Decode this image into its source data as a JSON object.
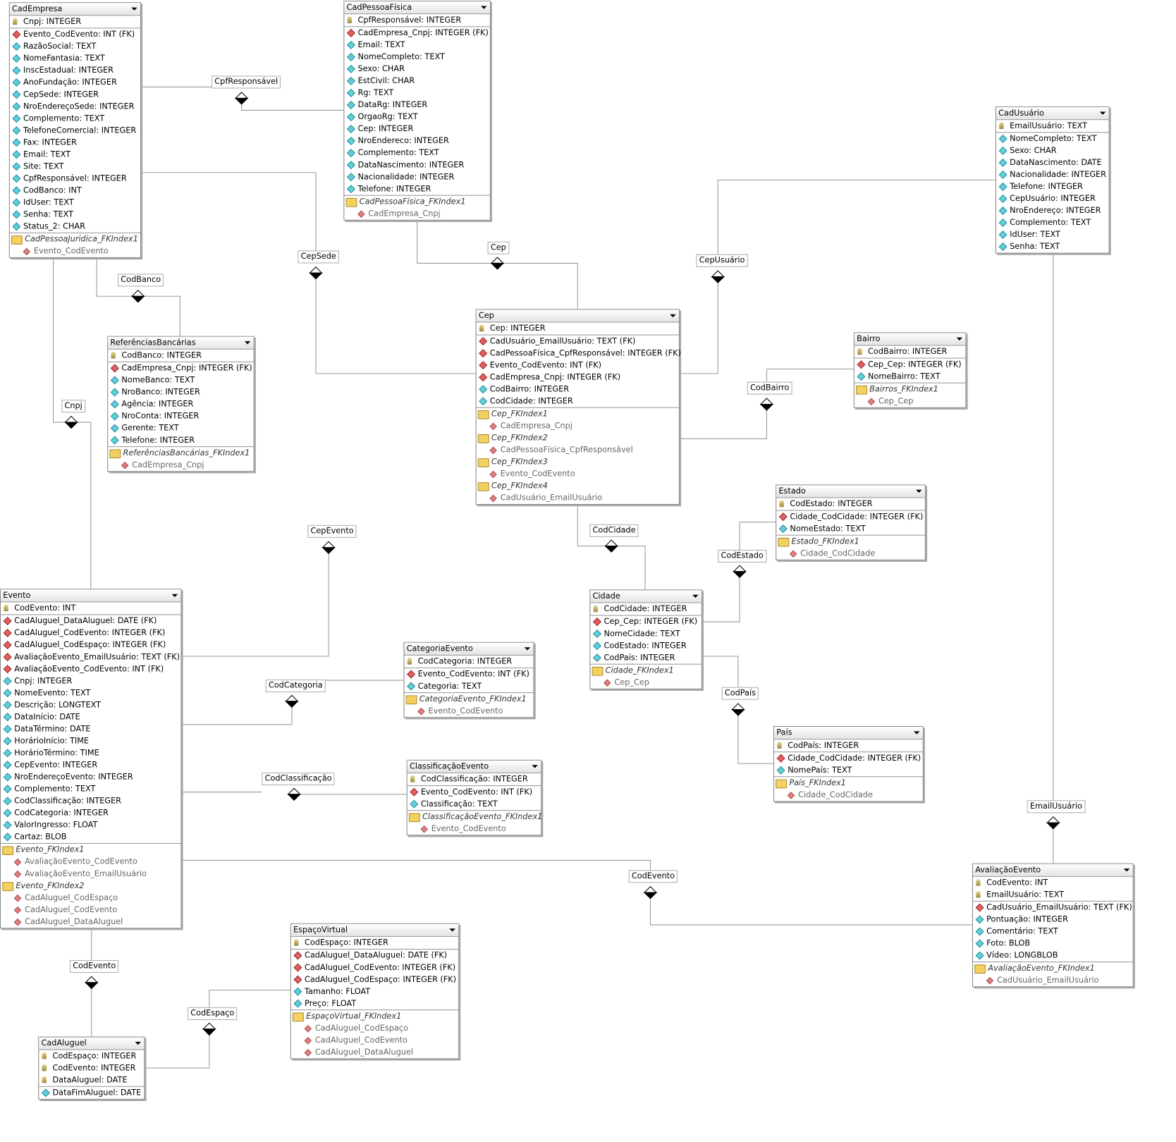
{
  "tables": [
    {
      "name": "CadEmpresa",
      "rows": [
        [
          "k",
          "Cnpj: INTEGER"
        ],
        [
          "f",
          "Evento_CodEvento: INT (FK)"
        ],
        [
          "a",
          "RazãoSocial: TEXT"
        ],
        [
          "a",
          "NomeFantasia: TEXT"
        ],
        [
          "a",
          "InscEstadual: INTEGER"
        ],
        [
          "a",
          "AnoFundação: INTEGER"
        ],
        [
          "a",
          "CepSede: INTEGER"
        ],
        [
          "a",
          "NroEndereçoSede: INTEGER"
        ],
        [
          "a",
          "Complemento: TEXT"
        ],
        [
          "a",
          "TelefoneComercial: INTEGER"
        ],
        [
          "a",
          "Fax: INTEGER"
        ],
        [
          "a",
          "Email: TEXT"
        ],
        [
          "a",
          "Site: TEXT"
        ],
        [
          "a",
          "CpfResponsável: INTEGER"
        ],
        [
          "a",
          "CodBanco: INT"
        ],
        [
          "a",
          "IdUser: TEXT"
        ],
        [
          "a",
          "Senha: TEXT"
        ],
        [
          "a",
          "Status_2: CHAR"
        ],
        [
          "i",
          "CadPessoaJuridica_FKIndex1"
        ],
        [
          "c",
          "Evento_CodEvento"
        ]
      ]
    },
    {
      "name": "CadPessoaFísica",
      "rows": [
        [
          "k",
          "CpfResponsável: INTEGER"
        ],
        [
          "f",
          "CadEmpresa_Cnpj: INTEGER (FK)"
        ],
        [
          "a",
          "Email: TEXT"
        ],
        [
          "a",
          "NomeCompleto: TEXT"
        ],
        [
          "a",
          "Sexo: CHAR"
        ],
        [
          "a",
          "EstCivil: CHAR"
        ],
        [
          "a",
          "Rg: TEXT"
        ],
        [
          "a",
          "DataRg: INTEGER"
        ],
        [
          "a",
          "OrgaoRg: TEXT"
        ],
        [
          "a",
          "Cep: INTEGER"
        ],
        [
          "a",
          "NroEndereco: INTEGER"
        ],
        [
          "a",
          "Complemento: TEXT"
        ],
        [
          "a",
          "DataNascimento: INTEGER"
        ],
        [
          "a",
          "Nacionalidade: INTEGER"
        ],
        [
          "a",
          "Telefone: INTEGER"
        ],
        [
          "i",
          "CadPessoaFísica_FKIndex1"
        ],
        [
          "c",
          "CadEmpresa_Cnpj"
        ]
      ]
    },
    {
      "name": "CadUsuário",
      "rows": [
        [
          "k",
          "EmailUsuário: TEXT"
        ],
        [
          "a",
          "NomeCompleto: TEXT"
        ],
        [
          "a",
          "Sexo: CHAR"
        ],
        [
          "a",
          "DataNascimento: DATE"
        ],
        [
          "a",
          "Nacionalidade: INTEGER"
        ],
        [
          "a",
          "Telefone: INTEGER"
        ],
        [
          "a",
          "CepUsuário: INTEGER"
        ],
        [
          "a",
          "NroEndereço: INTEGER"
        ],
        [
          "a",
          "Complemento: TEXT"
        ],
        [
          "a",
          "IdUser: TEXT"
        ],
        [
          "a",
          "Senha: TEXT"
        ]
      ]
    },
    {
      "name": "Cep",
      "rows": [
        [
          "k",
          "Cep: INTEGER"
        ],
        [
          "f",
          "CadUsuário_EmailUsuário: TEXT (FK)"
        ],
        [
          "f",
          "CadPessoaFísica_CpfResponsável: INTEGER (FK)"
        ],
        [
          "f",
          "Evento_CodEvento: INT (FK)"
        ],
        [
          "f",
          "CadEmpresa_Cnpj: INTEGER (FK)"
        ],
        [
          "a",
          "CodBairro: INTEGER"
        ],
        [
          "a",
          "CodCidade: INTEGER"
        ],
        [
          "i",
          "Cep_FKIndex1"
        ],
        [
          "c",
          "CadEmpresa_Cnpj"
        ],
        [
          "i",
          "Cep_FKIndex2"
        ],
        [
          "c",
          "CadPessoaFísica_CpfResponsável"
        ],
        [
          "i",
          "Cep_FKIndex3"
        ],
        [
          "c",
          "Evento_CodEvento"
        ],
        [
          "i",
          "Cep_FKIndex4"
        ],
        [
          "c",
          "CadUsuário_EmailUsuário"
        ]
      ]
    },
    {
      "name": "Bairro",
      "rows": [
        [
          "k",
          "CodBairro: INTEGER"
        ],
        [
          "f",
          "Cep_Cep: INTEGER (FK)"
        ],
        [
          "a",
          "NomeBairro: TEXT"
        ],
        [
          "i",
          "Bairros_FKIndex1"
        ],
        [
          "c",
          "Cep_Cep"
        ]
      ]
    },
    {
      "name": "ReferênciasBancárias",
      "rows": [
        [
          "k",
          "CodBanco: INTEGER"
        ],
        [
          "f",
          "CadEmpresa_Cnpj: INTEGER (FK)"
        ],
        [
          "a",
          "NomeBanco: TEXT"
        ],
        [
          "a",
          "NroBanco: INTEGER"
        ],
        [
          "a",
          "Agência: INTEGER"
        ],
        [
          "a",
          "NroConta: INTEGER"
        ],
        [
          "a",
          "Gerente: TEXT"
        ],
        [
          "a",
          "Telefone: INTEGER"
        ],
        [
          "i",
          "ReferênciasBancárias_FKIndex1"
        ],
        [
          "c",
          "CadEmpresa_Cnpj"
        ]
      ]
    },
    {
      "name": "Estado",
      "rows": [
        [
          "k",
          "CodEstado: INTEGER"
        ],
        [
          "f",
          "Cidade_CodCidade: INTEGER (FK)"
        ],
        [
          "a",
          "NomeEstado: TEXT"
        ],
        [
          "i",
          "Estado_FKIndex1"
        ],
        [
          "c",
          "Cidade_CodCidade"
        ]
      ]
    },
    {
      "name": "Evento",
      "rows": [
        [
          "k",
          "CodEvento: INT"
        ],
        [
          "f",
          "CadAluguel_DataAluguel: DATE (FK)"
        ],
        [
          "f",
          "CadAluguel_CodEvento: INTEGER (FK)"
        ],
        [
          "f",
          "CadAluguel_CodEspaço: INTEGER (FK)"
        ],
        [
          "f",
          "AvaliaçãoEvento_EmailUsuário: TEXT (FK)"
        ],
        [
          "f",
          "AvaliaçãoEvento_CodEvento: INT (FK)"
        ],
        [
          "a",
          "Cnpj: INTEGER"
        ],
        [
          "a",
          "NomeEvento: TEXT"
        ],
        [
          "a",
          "Descrição: LONGTEXT"
        ],
        [
          "a",
          "DataInício: DATE"
        ],
        [
          "a",
          "DataTérmino: DATE"
        ],
        [
          "a",
          "HorárioInício: TIME"
        ],
        [
          "a",
          "HorárioTérmino: TIME"
        ],
        [
          "a",
          "CepEvento: INTEGER"
        ],
        [
          "a",
          "NroEndereçoEvento: INTEGER"
        ],
        [
          "a",
          "Complemento: TEXT"
        ],
        [
          "a",
          "CodClassificação: INTEGER"
        ],
        [
          "a",
          "CodCategoria: INTEGER"
        ],
        [
          "a",
          "ValorIngresso: FLOAT"
        ],
        [
          "a",
          "Cartaz: BLOB"
        ],
        [
          "i",
          "Evento_FKIndex1"
        ],
        [
          "c",
          "AvaliaçãoEvento_CodEvento"
        ],
        [
          "c",
          "AvaliaçãoEvento_EmailUsuário"
        ],
        [
          "i",
          "Evento_FKIndex2"
        ],
        [
          "c",
          "CadAluguel_CodEspaço"
        ],
        [
          "c",
          "CadAluguel_CodEvento"
        ],
        [
          "c",
          "CadAluguel_DataAluguel"
        ]
      ]
    },
    {
      "name": "Cidade",
      "rows": [
        [
          "k",
          "CodCidade: INTEGER"
        ],
        [
          "f",
          "Cep_Cep: INTEGER (FK)"
        ],
        [
          "a",
          "NomeCidade: TEXT"
        ],
        [
          "a",
          "CodEstado: INTEGER"
        ],
        [
          "a",
          "CodPaís: INTEGER"
        ],
        [
          "i",
          "Cidade_FKIndex1"
        ],
        [
          "c",
          "Cep_Cep"
        ]
      ]
    },
    {
      "name": "CategoriaEvento",
      "rows": [
        [
          "k",
          "CodCategoria: INTEGER"
        ],
        [
          "f",
          "Evento_CodEvento: INT (FK)"
        ],
        [
          "a",
          "Categoria: TEXT"
        ],
        [
          "i",
          "CategoriaEvento_FKIndex1"
        ],
        [
          "c",
          "Evento_CodEvento"
        ]
      ]
    },
    {
      "name": "País",
      "rows": [
        [
          "k",
          "CodPaís: INTEGER"
        ],
        [
          "f",
          "Cidade_CodCidade: INTEGER (FK)"
        ],
        [
          "a",
          "NomePaís: TEXT"
        ],
        [
          "i",
          "País_FKIndex1"
        ],
        [
          "c",
          "Cidade_CodCidade"
        ]
      ]
    },
    {
      "name": "ClassificaçãoEvento",
      "rows": [
        [
          "k",
          "CodClassificação: INTEGER"
        ],
        [
          "f",
          "Evento_CodEvento: INT (FK)"
        ],
        [
          "a",
          "Classificação: TEXT"
        ],
        [
          "i",
          "ClassificaçãoEvento_FKIndex1"
        ],
        [
          "c",
          "Evento_CodEvento"
        ]
      ]
    },
    {
      "name": "AvaliaçãoEvento",
      "rows": [
        [
          "k",
          "CodEvento: INT"
        ],
        [
          "k",
          "EmailUsuário: TEXT"
        ],
        [
          "f",
          "CadUsuário_EmailUsuário: TEXT (FK)"
        ],
        [
          "a",
          "Pontuação: INTEGER"
        ],
        [
          "a",
          "Comentário: TEXT"
        ],
        [
          "a",
          "Foto: BLOB"
        ],
        [
          "a",
          "Vídeo: LONGBLOB"
        ],
        [
          "i",
          "AvaliaçãoEvento_FKIndex1"
        ],
        [
          "c",
          "CadUsuário_EmailUsuário"
        ]
      ]
    },
    {
      "name": "EspaçoVirtual",
      "rows": [
        [
          "k",
          "CodEspaço: INTEGER"
        ],
        [
          "f",
          "CadAluguel_DataAluguel: DATE (FK)"
        ],
        [
          "f",
          "CadAluguel_CodEvento: INTEGER (FK)"
        ],
        [
          "f",
          "CadAluguel_CodEspaço: INTEGER (FK)"
        ],
        [
          "a",
          "Tamanho: FLOAT"
        ],
        [
          "a",
          "Preço: FLOAT"
        ],
        [
          "i",
          "EspaçoVirtual_FKIndex1"
        ],
        [
          "c",
          "CadAluguel_CodEspaço"
        ],
        [
          "c",
          "CadAluguel_CodEvento"
        ],
        [
          "c",
          "CadAluguel_DataAluguel"
        ]
      ]
    },
    {
      "name": "CadAluguel",
      "rows": [
        [
          "k",
          "CodEspaço: INTEGER"
        ],
        [
          "k",
          "CodEvento: INTEGER"
        ],
        [
          "k",
          "DataAluguel: DATE"
        ],
        [
          "a",
          "DataFimAluguel: DATE"
        ]
      ]
    }
  ],
  "relations": [
    "CpfResponsável",
    "CepSede",
    "Cep",
    "CepUsuário",
    "CodBairro",
    "CodBanco",
    "Cnpj",
    "CepEvento",
    "CodCidade",
    "CodEstado",
    "CodPaís",
    "CodCategoria",
    "CodClassificação",
    "EmailUsuário",
    "CodEvento",
    "CodEvento",
    "CodEspaço"
  ]
}
